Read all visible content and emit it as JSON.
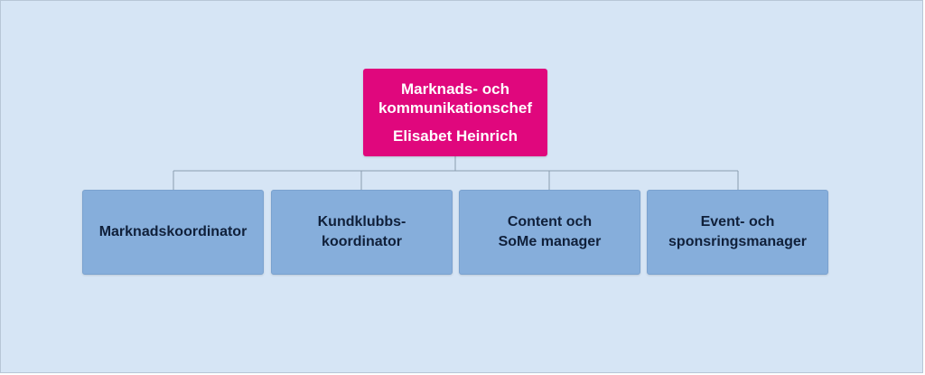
{
  "root": {
    "title": "Marknads- och\nkommunikationschef",
    "name": "Elisabet Heinrich"
  },
  "children": [
    {
      "label": "Marknadskoordinator"
    },
    {
      "label": "Kundklubbs-\nkoordinator"
    },
    {
      "label": "Content och\nSoMe manager"
    },
    {
      "label": "Event- och\nsponsringsmanager"
    }
  ],
  "colors": {
    "background": "#d6e5f5",
    "root_fill": "#e0077d",
    "child_fill": "#86aedb",
    "connector": "#8a9db0"
  }
}
